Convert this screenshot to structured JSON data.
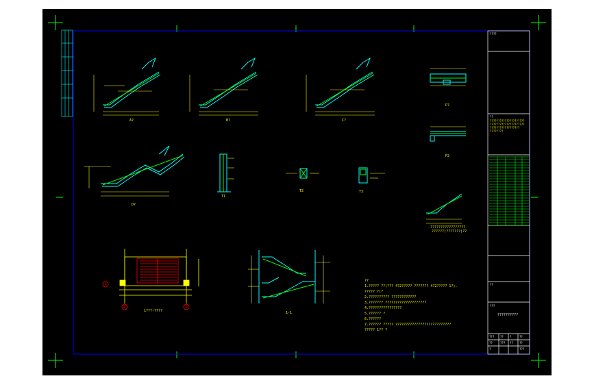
{
  "drawing": {
    "section_labels": {
      "a": "A?",
      "b": "B?",
      "c": "C?",
      "d": "D?",
      "t1": "T1",
      "t2": "T2",
      "t3": "T3",
      "p1": "P?",
      "p2": "P2",
      "plan": "1???-????",
      "elev": "1-1",
      "detail_note_1": "?????????????????",
      "detail_note_2": "??????(???????)??",
      "grid_1": "1",
      "grid_2": "2",
      "grid_3": "3"
    },
    "notes": {
      "heading": "??",
      "lines": [
        "1.????? ??(???  4?2????? ???????  4?2????? 1?),",
        "  ????? ?(?",
        "2.??????????  ????????????",
        "3.??????? ????????????????????",
        "4.????????????????",
        "5.?????? ?",
        "6.??????",
        "7.??????  ?????   ???????????????????????????",
        "  ????? 1?? ?"
      ]
    },
    "title_block": {
      "top_label": "????",
      "remarks_label": "??",
      "remarks_lines": [
        "?????????????????????",
        "?????????????????????",
        "??????????????????",
        "????????"
      ],
      "project_label": "??",
      "drawing_label": "???",
      "drawing_name": "??????????",
      "sign_cells": [
        "???",
        "??",
        "?",
        "??",
        "??",
        "???",
        "??",
        "??",
        "?",
        "???"
      ]
    }
  },
  "colors": {
    "background": "#000000",
    "frame": "#0000ff",
    "dims": "#ffff00",
    "concrete": "#00ffff",
    "rebar": "#00ff00",
    "border_white": "#ffffff",
    "accent": "#ff0000"
  }
}
